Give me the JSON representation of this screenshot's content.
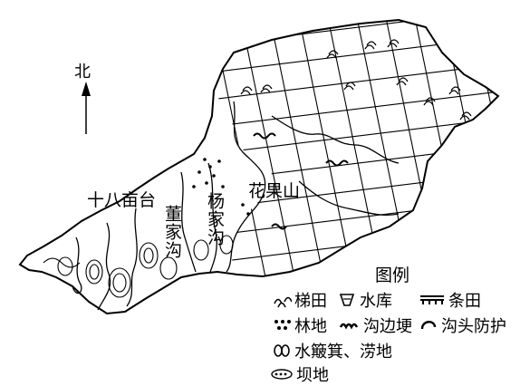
{
  "north": {
    "label": "北"
  },
  "places": {
    "shibamutai": "十八亩台",
    "dongjiagou": "董家沟",
    "yangjiagou": "杨家沟",
    "huaguoshan": "花果山"
  },
  "legend": {
    "title": "图例",
    "items": [
      {
        "key": "terrace",
        "label": "梯田",
        "icon": "terrace-icon"
      },
      {
        "key": "reservoir",
        "label": "水库",
        "icon": "reservoir-icon"
      },
      {
        "key": "strip",
        "label": "条田",
        "icon": "strip-field-icon"
      },
      {
        "key": "forest",
        "label": "林地",
        "icon": "forest-dots-icon"
      },
      {
        "key": "gully_edge",
        "label": "沟边埂",
        "icon": "gully-edge-ridge-icon"
      },
      {
        "key": "gully_head",
        "label": "沟头防护",
        "icon": "gully-head-protection-icon"
      },
      {
        "key": "dustpan",
        "label": "水簸箕、涝地",
        "icon": "water-dustpan-pond-icon"
      },
      {
        "key": "dam",
        "label": "坝地",
        "icon": "dam-land-icon"
      }
    ]
  }
}
